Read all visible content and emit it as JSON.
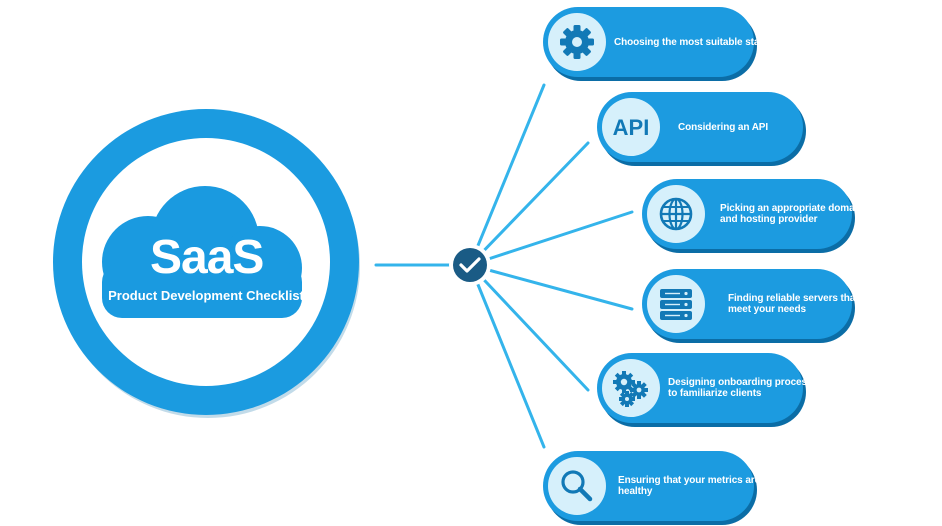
{
  "center": {
    "title": "SaaS",
    "subtitle": "Product Development Checklist"
  },
  "colors": {
    "ring": "#1b9be0",
    "ring_shadow": "#0d6fa6",
    "cloud": "#1a9ae0",
    "pill": "#1c9be0",
    "pill_shadow": "#0b6da6",
    "icon_bg": "#d6f0fb",
    "icon": "#1279b6",
    "hub": "#1a5b85",
    "line": "#34b4eb"
  },
  "items": [
    {
      "icon": "gear-icon",
      "text_lines": [
        "Choosing the most suitable stack"
      ]
    },
    {
      "icon": "api-icon",
      "icon_text": "API",
      "text_lines": [
        "Considering an API"
      ]
    },
    {
      "icon": "globe-icon",
      "text_lines": [
        "Picking an appropriate domain",
        "and hosting provider"
      ]
    },
    {
      "icon": "server-icon",
      "text_lines": [
        "Finding reliable servers that",
        "meet your needs"
      ]
    },
    {
      "icon": "gears-icon",
      "text_lines": [
        "Designing onboarding processes",
        "to familiarize clients"
      ]
    },
    {
      "icon": "magnifier-icon",
      "text_lines": [
        "Ensuring that your metrics are",
        "healthy"
      ]
    }
  ]
}
